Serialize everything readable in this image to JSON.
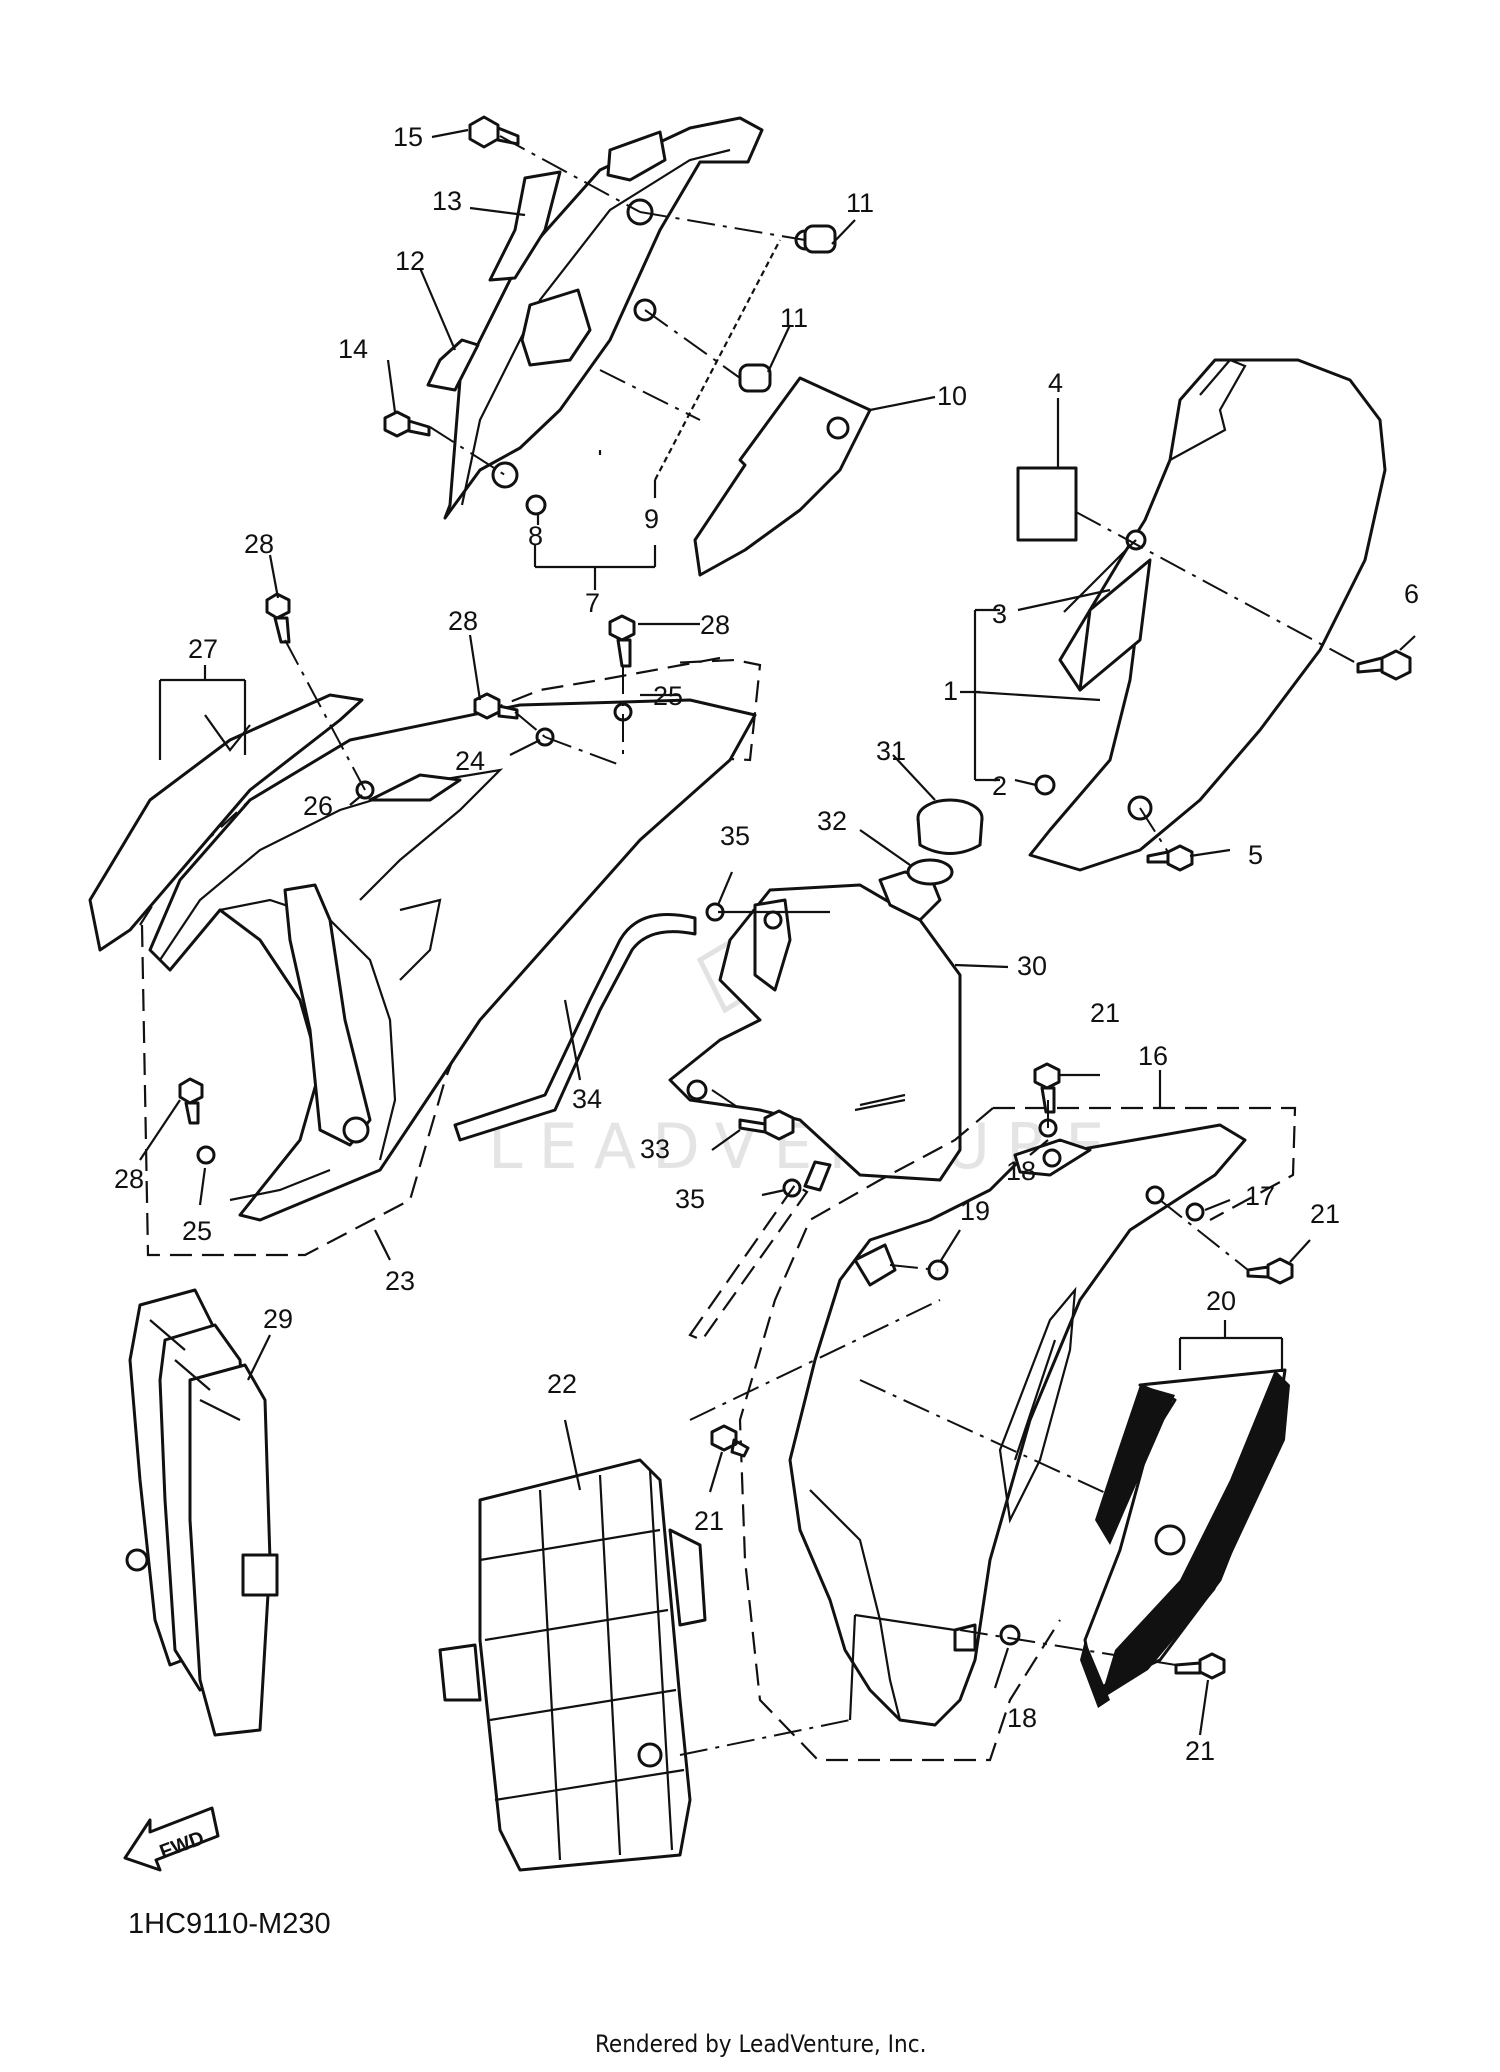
{
  "callouts": [
    "1",
    "2",
    "3",
    "4",
    "5",
    "6",
    "7",
    "8",
    "9",
    "10",
    "11",
    "11",
    "12",
    "13",
    "14",
    "15",
    "16",
    "17",
    "18",
    "18",
    "19",
    "20",
    "21",
    "21",
    "21",
    "21",
    "22",
    "23",
    "24",
    "25",
    "25",
    "26",
    "27",
    "28",
    "28",
    "28",
    "28",
    "29",
    "30",
    "31",
    "32",
    "33",
    "34",
    "35",
    "35"
  ],
  "diagram_code": "1HC9110-M230",
  "fwd_label": "FWD",
  "watermark": "LEADVENTURE",
  "credit": "Rendered by LeadVenture, Inc."
}
